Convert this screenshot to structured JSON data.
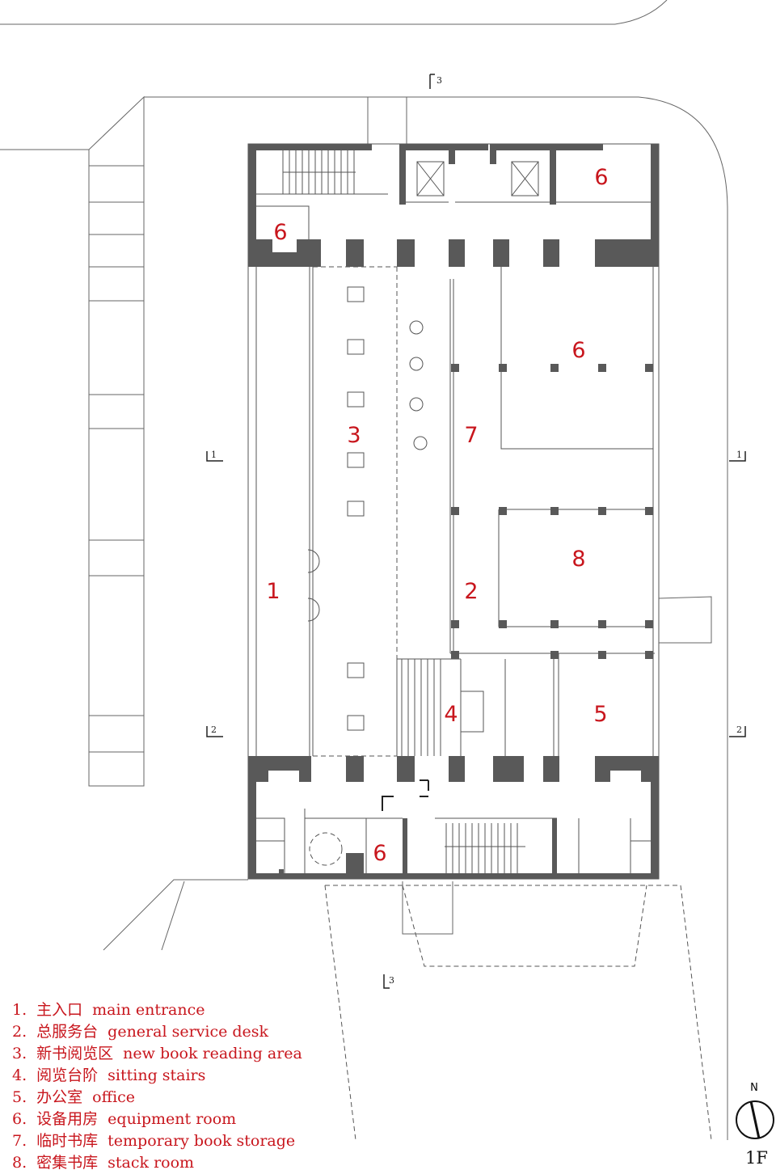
{
  "rooms": {
    "r6a": "6",
    "r6b": "6",
    "r6c": "6",
    "r6d": "6",
    "r3": "3",
    "r7": "7",
    "r8": "8",
    "r1": "1",
    "r2": "2",
    "r4": "4",
    "r5": "5"
  },
  "section_marks": {
    "s3_top": "3",
    "s3_bottom": "3",
    "s1_left": "1",
    "s1_right": "1",
    "s2_left": "2",
    "s2_right": "2"
  },
  "legend": [
    {
      "num": "1.",
      "zh": "主入口",
      "en": "main entrance"
    },
    {
      "num": "2.",
      "zh": "总服务台",
      "en": "general service desk"
    },
    {
      "num": "3.",
      "zh": "新书阅览区",
      "en": "new book reading area"
    },
    {
      "num": "4.",
      "zh": "阅览台阶",
      "en": "sitting stairs"
    },
    {
      "num": "5.",
      "zh": "办公室",
      "en": "office"
    },
    {
      "num": "6.",
      "zh": "设备用房",
      "en": "equipment room"
    },
    {
      "num": "7.",
      "zh": "临时书库",
      "en": "temporary book storage"
    },
    {
      "num": "8.",
      "zh": "密集书库",
      "en": "stack room"
    }
  ],
  "north_label": "N",
  "floor_label": "1F",
  "colors": {
    "label_red": "#c8161d",
    "wall_gray": "#595959"
  }
}
